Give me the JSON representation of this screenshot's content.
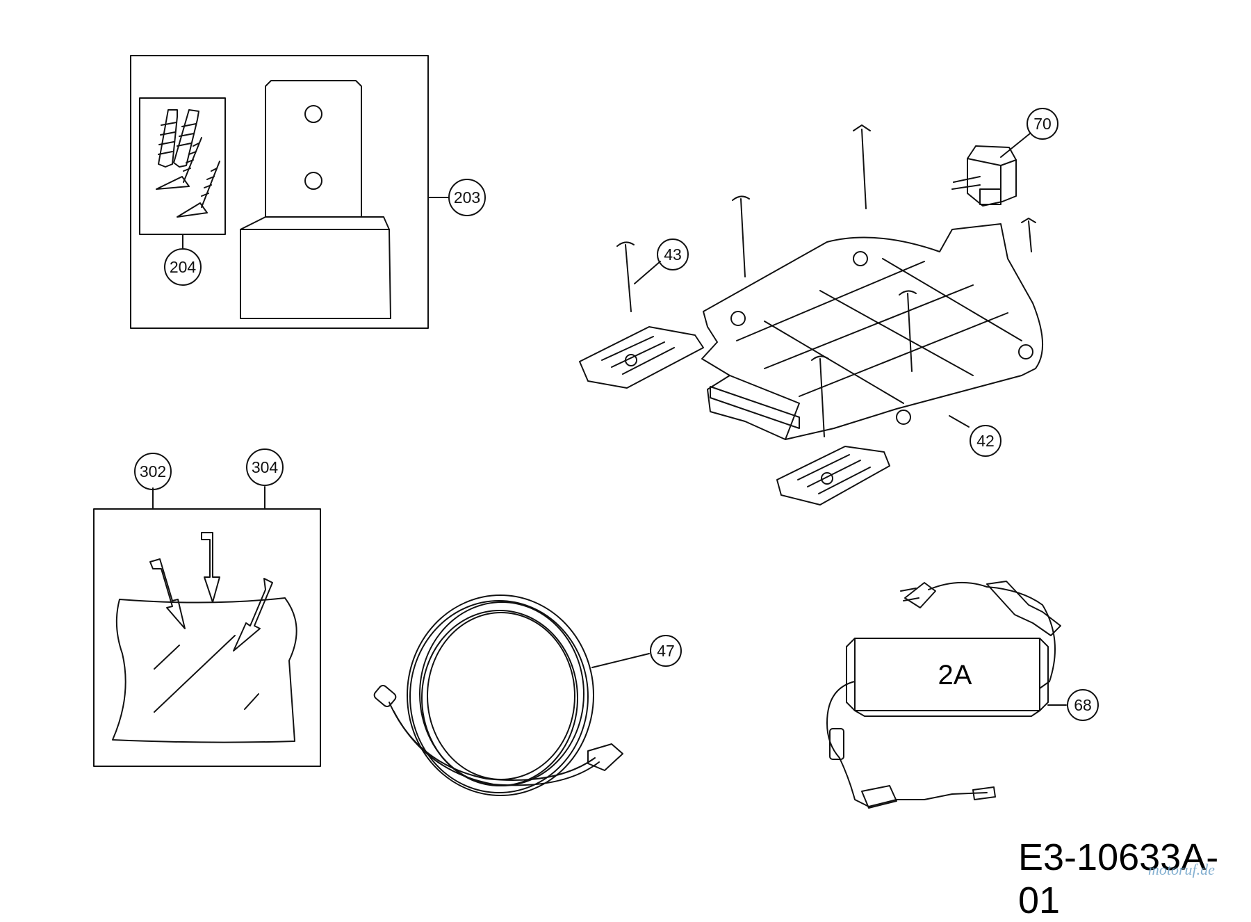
{
  "callouts": {
    "c203": "203",
    "c204": "204",
    "c70": "70",
    "c43": "43",
    "c42": "42",
    "c302": "302",
    "c304": "304",
    "c47": "47",
    "c68": "68"
  },
  "power_supply_label": "2A",
  "drawing_code": "E3-10633A-01",
  "watermark": "motoruf.de"
}
